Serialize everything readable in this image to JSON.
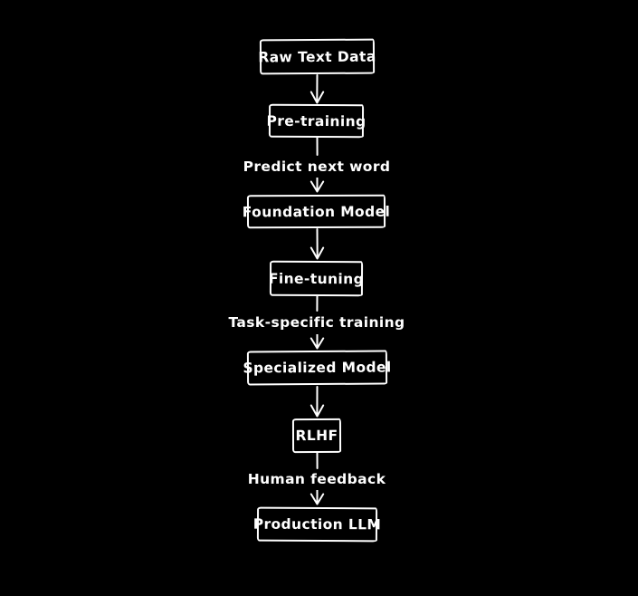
{
  "diagram": {
    "background_color": "#000000",
    "stroke_color": "#ffffff",
    "nodes": [
      {
        "label": "Raw Text Data"
      },
      {
        "label": "Pre-training"
      },
      {
        "label": "Foundation Model"
      },
      {
        "label": "Fine-tuning"
      },
      {
        "label": "Specialized Model"
      },
      {
        "label": "RLHF"
      },
      {
        "label": "Production LLM"
      }
    ],
    "edges": [
      {
        "from": "Raw Text Data",
        "to": "Pre-training",
        "label": ""
      },
      {
        "from": "Pre-training",
        "to": "Foundation Model",
        "label": "Predict next word"
      },
      {
        "from": "Foundation Model",
        "to": "Fine-tuning",
        "label": ""
      },
      {
        "from": "Fine-tuning",
        "to": "Specialized Model",
        "label": "Task-specific training"
      },
      {
        "from": "Specialized Model",
        "to": "RLHF",
        "label": ""
      },
      {
        "from": "RLHF",
        "to": "Production LLM",
        "label": "Human feedback"
      }
    ]
  }
}
